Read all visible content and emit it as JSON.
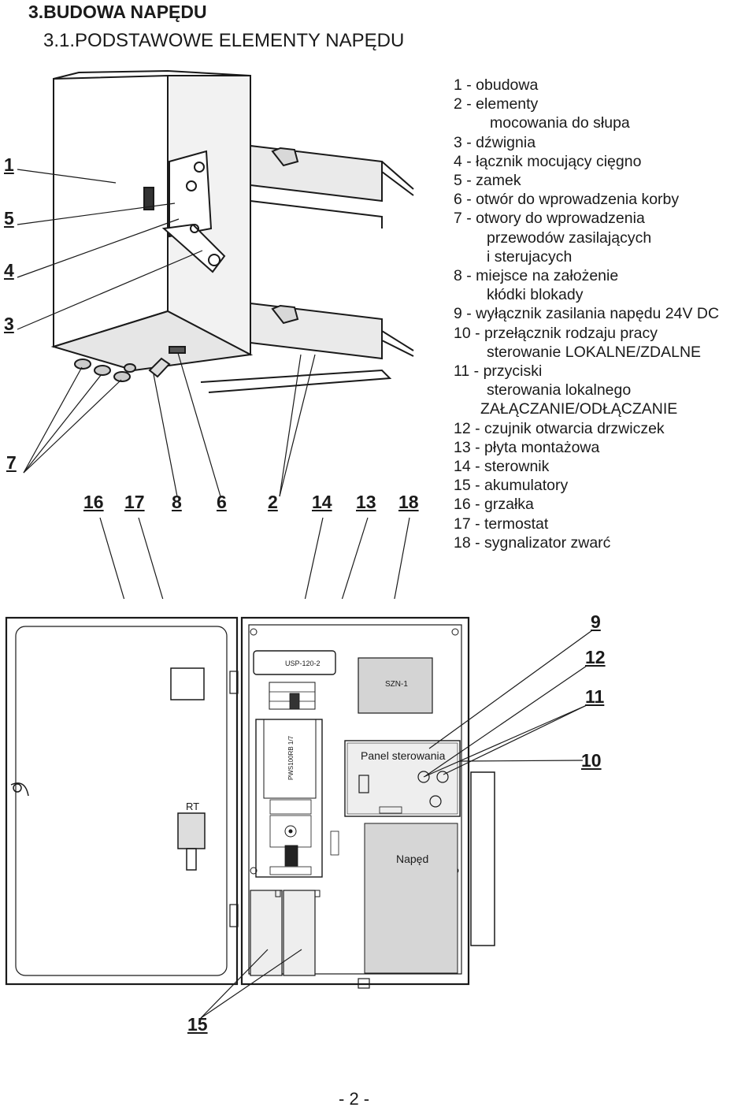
{
  "heading": "3.BUDOWA NAPĘDU",
  "subheading": "3.1.PODSTAWOWE ELEMENTY NAPĘDU",
  "legend": [
    "1 - obudowa",
    "2 - elementy",
    "     mocowania do słupa",
    "3 - dźwignia",
    "4 - łącznik mocujący cięgno",
    "5 - zamek",
    "6 - otwór do wprowadzenia korby",
    "7 - otwory do wprowadzenia",
    "   przewodów zasilających",
    "    i sterujacych",
    "8 - miejsce na założenie",
    "   kłódki blokady",
    "9 - wyłącznik zasilania napędu 24V DC",
    "10 - przełącznik rodzaju pracy",
    "     sterowanie LOKALNE/ZDALNE",
    "11 - przyciski",
    "     sterowania lokalnego",
    "    ZAŁĄCZANIE/ODŁĄCZANIE",
    "12 - czujnik otwarcia drzwiczek",
    "13 - płyta montażowa",
    "14 - sterownik",
    "15 - akumulatory",
    "16 - grzałka",
    "17 - termostat",
    "18 - sygnalizator zwarć"
  ],
  "callouts_top_left": [
    "1",
    "5",
    "4",
    "3",
    "7"
  ],
  "callouts_bottom_row": [
    "16",
    "17",
    "8",
    "6",
    "2",
    "14",
    "13",
    "18"
  ],
  "callouts_right": [
    "9",
    "12",
    "11",
    "10"
  ],
  "callout_bottom": "15",
  "device_labels": {
    "usp": "USP-120-2",
    "szn": "SZN-1",
    "pws": "PWS100RB 1/7",
    "panel": "Panel sterowania",
    "naped": "Napęd",
    "rt": "RT"
  },
  "page_number": "- 2 -"
}
